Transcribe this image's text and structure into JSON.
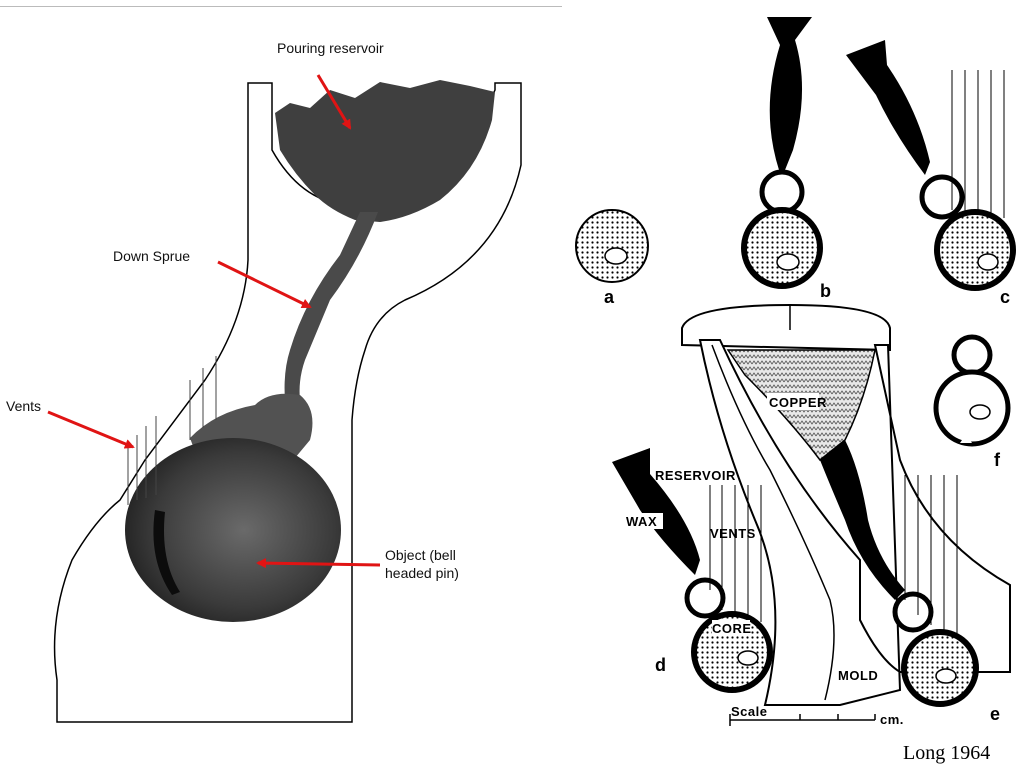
{
  "photo_labels": {
    "pouring_reservoir": "Pouring reservoir",
    "down_sprue": "Down Sprue",
    "vents": "Vents",
    "object_line1": "Object (bell",
    "object_line2": "headed pin)"
  },
  "figure_letters": {
    "a": "a",
    "b": "b",
    "c": "c",
    "d": "d",
    "e": "e",
    "f": "f"
  },
  "drawing_labels": {
    "copper": "COPPER",
    "reservoir": "RESERVOIR",
    "wax": "WAX",
    "vents": "VENTS",
    "core": "CORE",
    "mold": "MOLD",
    "scale": "Scale",
    "scale_unit": "cm."
  },
  "citation": "Long 1964",
  "colors": {
    "arrow": "#e01414",
    "photo_dark": "#3a3a3a",
    "ink": "#000000"
  }
}
